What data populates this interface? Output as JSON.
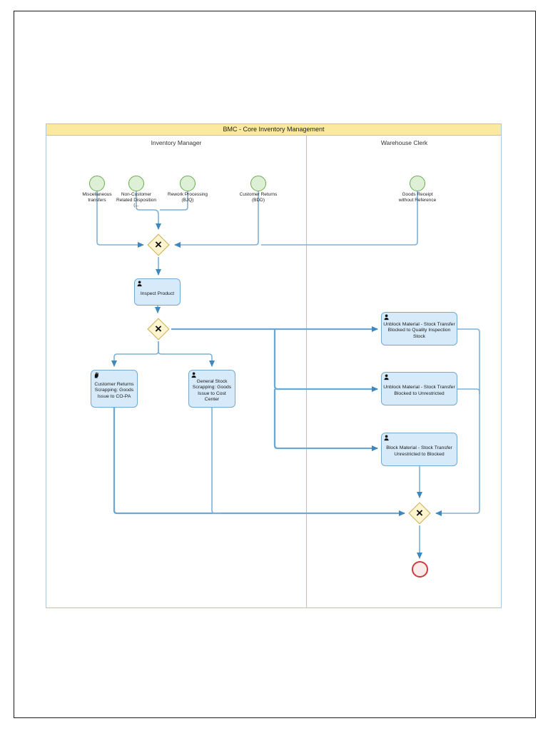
{
  "diagram": {
    "pool_title": "BMC - Core Inventory Management",
    "lanes": [
      {
        "label": "Inventory Manager"
      },
      {
        "label": "Warehouse Clerk"
      }
    ]
  },
  "start_events": [
    {
      "label": "Miscellaneous transfers"
    },
    {
      "label": "Non-Customer Related Disposition (..."
    },
    {
      "label": "Rework Processing (BJQ)"
    },
    {
      "label": "Customer Returns (BDD)"
    },
    {
      "label": "Goods Receipt without Reference"
    }
  ],
  "tasks": [
    {
      "label": "Inspect Product",
      "icon": "user"
    },
    {
      "label": "Customer Returns Scrapping: Goods Issue to CO-PA",
      "icon": "hand"
    },
    {
      "label": "General Stock Scrapping: Goods Issue to Cost Center",
      "icon": "user"
    },
    {
      "label": "Unblock Material - Stock Transfer Blocked to Quality Inspection Stock",
      "icon": "user"
    },
    {
      "label": "Unblock Material - Stock Transfer Blocked to Unrestricted",
      "icon": "user"
    },
    {
      "label": "Block Material - Stock Transfer Unrestricted to Blocked",
      "icon": "user"
    }
  ],
  "gateways": [
    {
      "type": "exclusive",
      "symbol": "×"
    },
    {
      "type": "exclusive",
      "symbol": "×"
    },
    {
      "type": "exclusive",
      "symbol": "×"
    }
  ],
  "end_events": [
    {
      "type": "end"
    }
  ],
  "colors": {
    "pool_header_fill": "#fbe9a0",
    "pool_border": "#a9c9e0",
    "flow_line": "#7fb0d6",
    "arrow": "#3f88be",
    "task_fill": "#d7eaf9",
    "task_border": "#74a9cf",
    "gateway_fill": "#fcf5cf",
    "gateway_border": "#c8ae5a",
    "start_fill": "#ddf0d5",
    "start_border": "#6cab50",
    "end_fill": "#fcebeb",
    "end_border": "#d23b3b"
  }
}
